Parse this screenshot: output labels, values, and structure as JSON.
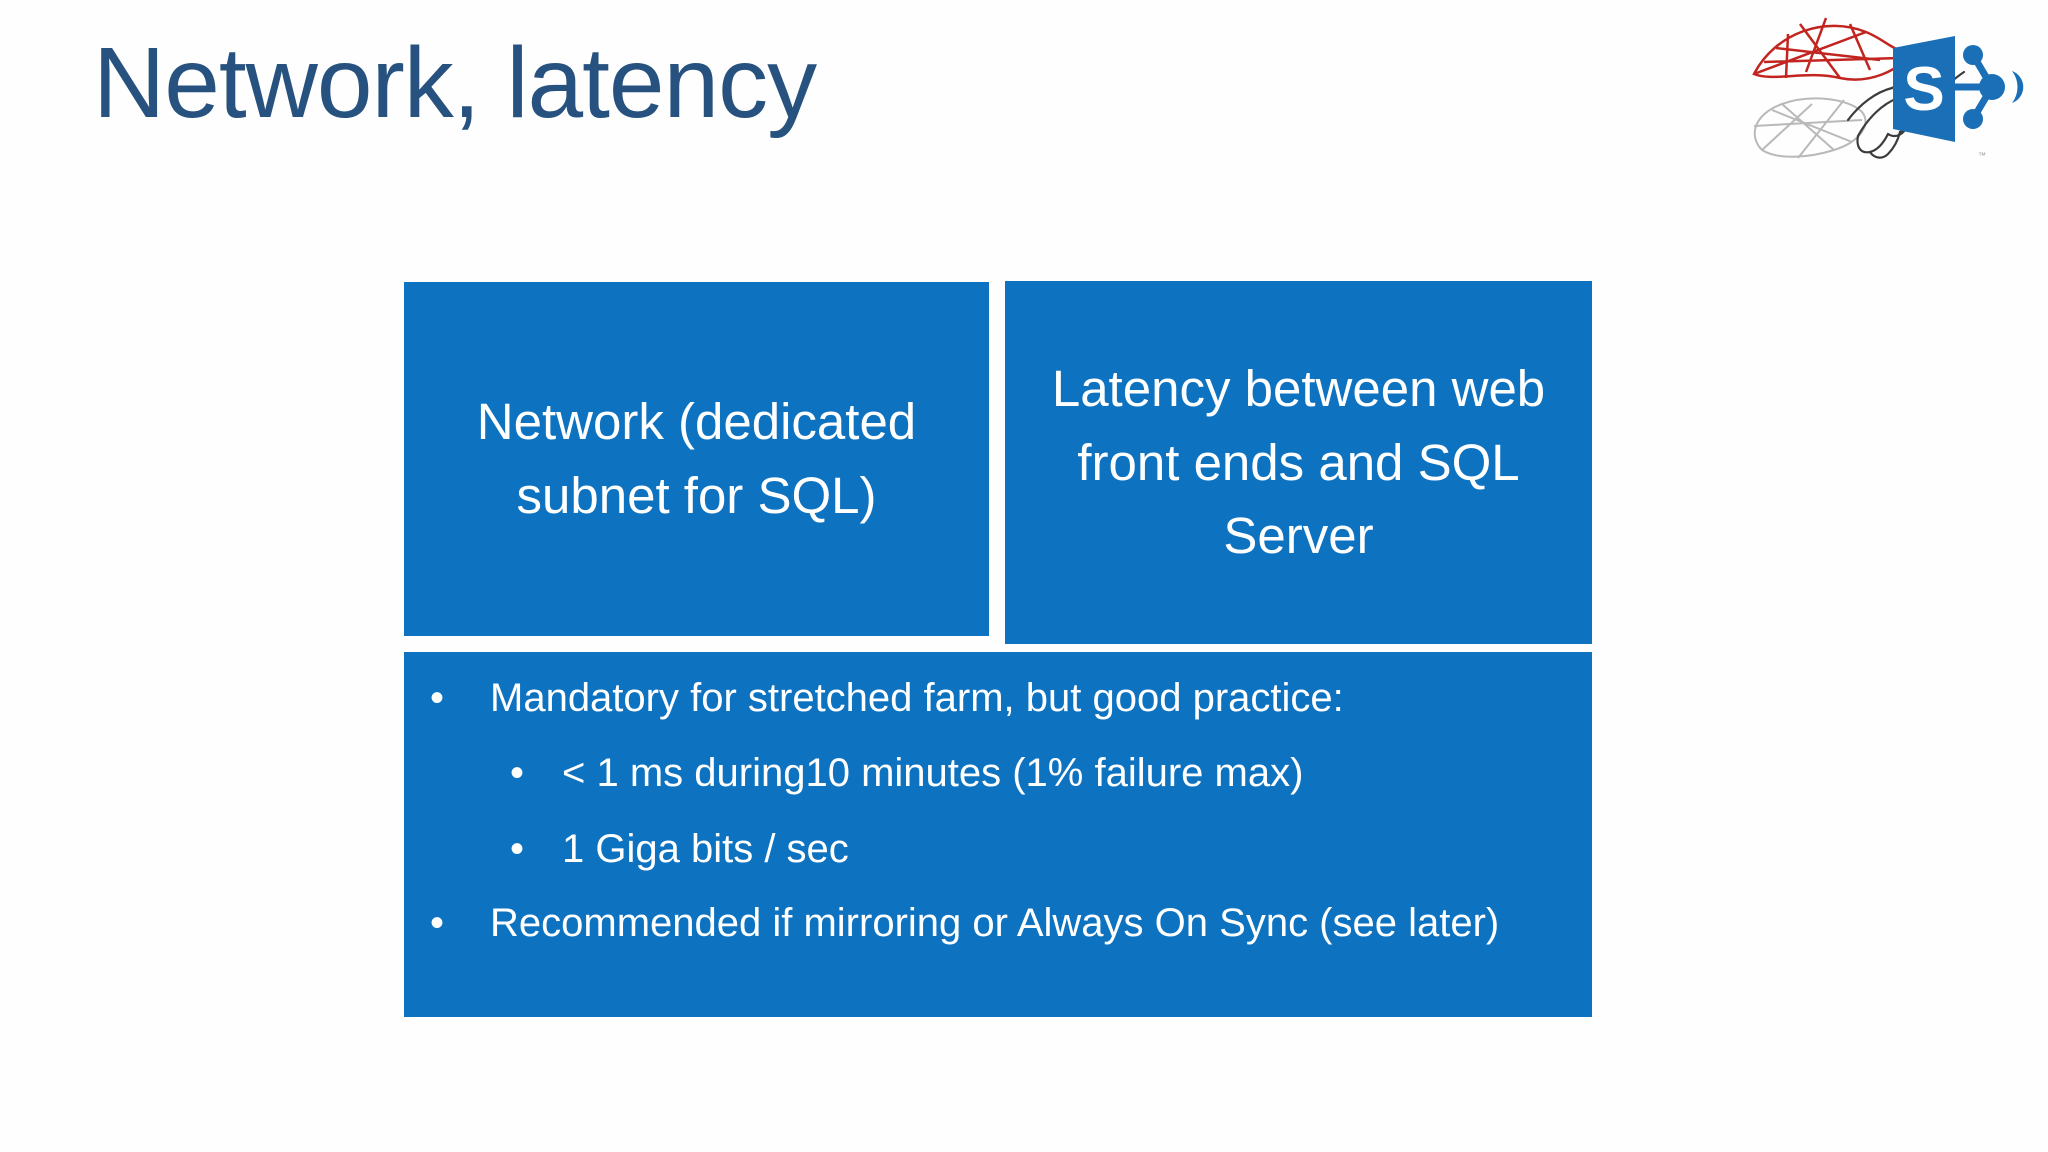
{
  "slide": {
    "title": "Network, latency"
  },
  "glyphs": {
    "bullet": "•"
  },
  "logos": {
    "sql_server": "sql-server-logo",
    "handshake": "handshake-sketch",
    "sharepoint": "sharepoint-logo",
    "sharepoint_letter": "S"
  },
  "boxes": {
    "left": "Network (dedicated subnet for SQL)",
    "right": "Latency between web front ends and SQL Server"
  },
  "bullets": [
    {
      "level": 1,
      "text": "Mandatory for stretched farm, but good practice:"
    },
    {
      "level": 2,
      "text": "< 1 ms during10 minutes (1% failure max)"
    },
    {
      "level": 2,
      "text": "1 Giga bits / sec"
    },
    {
      "level": 1,
      "text": "Recommended if mirroring or Always On Sync (see later)"
    }
  ],
  "colors": {
    "box_blue": "#0d72c0",
    "title_navy": "#27527f",
    "sql_logo_red": "#c2241f",
    "sql_logo_grey": "#b9b9b9",
    "sharepoint_blue": "#1b6fb6"
  }
}
